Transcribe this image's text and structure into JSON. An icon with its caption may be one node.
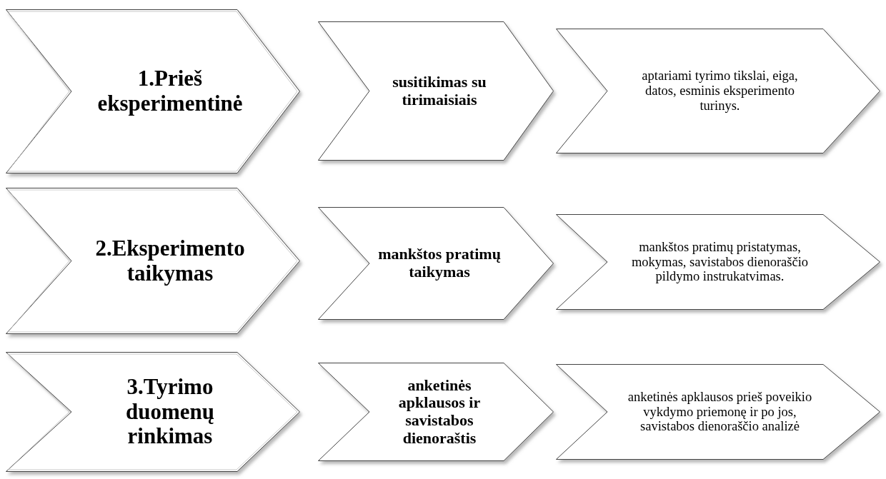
{
  "diagram": {
    "nodes": [
      {
        "text": [
          "1.Prieš eksperimentinė"
        ]
      },
      {
        "text": [
          "susitikimas su tirimaisiais"
        ]
      },
      {
        "text": [
          "aptariami tyrimo tikslai, eiga, datos, esminis eksperimento turinys."
        ]
      },
      {
        "text": [
          "2.Eksperimento taikymas"
        ]
      },
      {
        "text": [
          "mankštos pratimų taikymas"
        ]
      },
      {
        "text": [
          "mankštos pratimų pristatymas, mokymas, savistabos dienoraščio pildymo instrukatvimas."
        ]
      },
      {
        "text": [
          "3.Tyrimo duomenų rinkimas"
        ]
      },
      {
        "text": [
          "anketinės apklausos ir savistabos dienoraštis"
        ]
      },
      {
        "text": [
          "anketinės apklausos prieš poveikio vykdymo priemonę ir po jos, savistabos dienoraščio analizė"
        ]
      }
    ]
  }
}
